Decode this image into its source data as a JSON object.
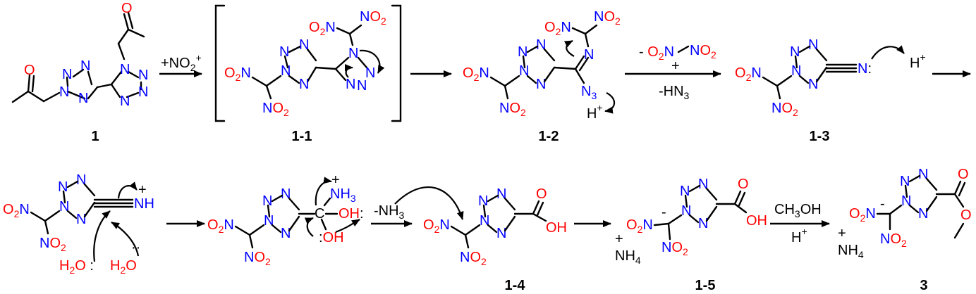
{
  "colors": {
    "oxygen": "#ff0000",
    "nitrogen": "#0000ff",
    "bond": "#000000"
  },
  "compounds": {
    "c1": {
      "label": "1"
    },
    "c11": {
      "label": "1-1"
    },
    "c12": {
      "label": "1-2"
    },
    "c13": {
      "label": "1-3"
    },
    "c14": {
      "label": "1-4"
    },
    "c15": {
      "label": "1-5"
    },
    "c3": {
      "label": "3"
    }
  },
  "reagents": {
    "step1_above": "+NO2+",
    "step3_above": "- O2N NO2 +",
    "step3_below": "-HN3",
    "step4_proton": "H+",
    "step6_below": "-NH3",
    "step8_above": "CH3OH",
    "step8_below": "H+"
  },
  "atoms": {
    "N": "N",
    "O": "O",
    "H": "H",
    "C": "C",
    "O2N": "O2N",
    "NO2": "NO2",
    "N3": "N3",
    "OH": "OH",
    "NH": "NH",
    "NH3": "NH3",
    "NH4": "NH4",
    "H2O": "H2O",
    "plus": "+",
    "minus": "-",
    "colon": ":",
    "lonepair": "··"
  }
}
